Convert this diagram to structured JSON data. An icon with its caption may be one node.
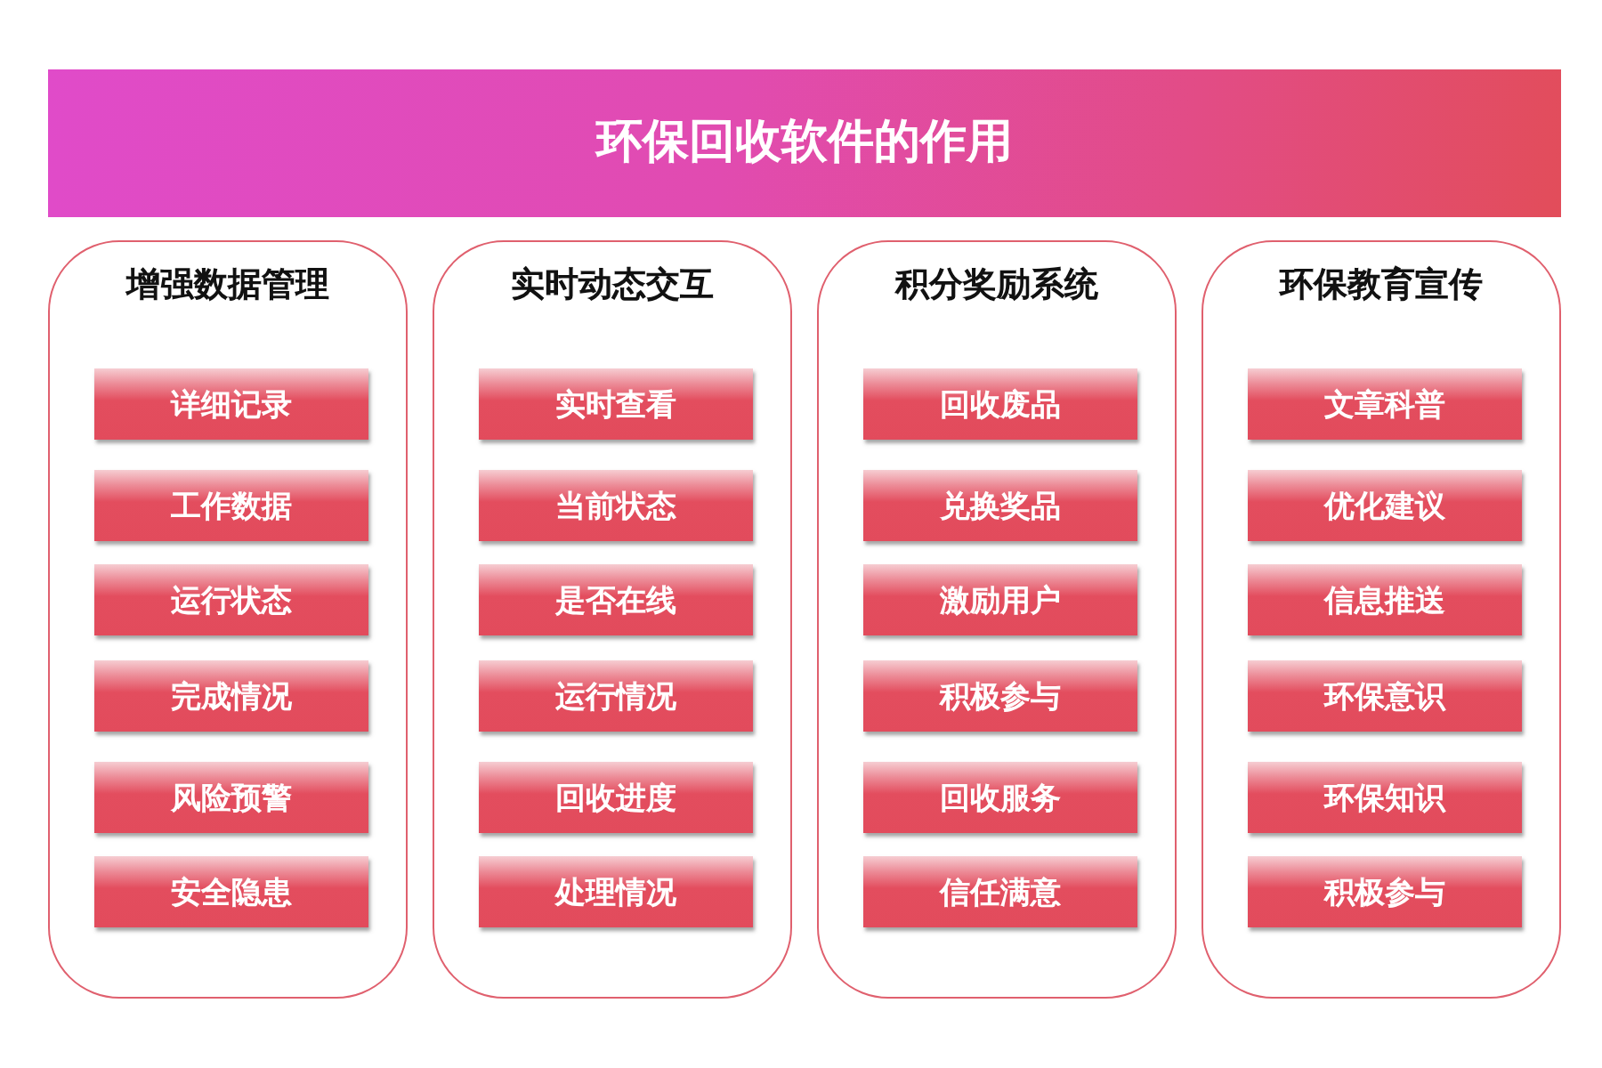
{
  "diagram": {
    "title": "环保回收软件的作用",
    "nodes": [
      {
        "text": [
          "增强数据管理"
        ]
      },
      {
        "text": [
          "详细记录"
        ],
        "in": 0
      },
      {
        "text": [
          "工作数据"
        ],
        "in": 0
      },
      {
        "text": [
          "运行状态"
        ],
        "in": 0
      },
      {
        "text": [
          "完成情况"
        ],
        "in": 0
      },
      {
        "text": [
          "风险预警"
        ],
        "in": 0
      },
      {
        "text": [
          "安全隐患"
        ],
        "in": 0
      },
      {
        "text": [
          "实时动态交互"
        ]
      },
      {
        "text": [
          "实时查看"
        ],
        "in": 7
      },
      {
        "text": [
          "当前状态"
        ],
        "in": 7
      },
      {
        "text": [
          "是否在线"
        ],
        "in": 7
      },
      {
        "text": [
          "运行情况"
        ],
        "in": 7
      },
      {
        "text": [
          "回收进度"
        ],
        "in": 7
      },
      {
        "text": [
          "处理情况"
        ],
        "in": 7
      },
      {
        "text": [
          "积分奖励系统"
        ]
      },
      {
        "text": [
          "回收废品"
        ],
        "in": 14
      },
      {
        "text": [
          "兑换奖品"
        ],
        "in": 14
      },
      {
        "text": [
          "激励用户"
        ],
        "in": 14
      },
      {
        "text": [
          "积极参与"
        ],
        "in": 14
      },
      {
        "text": [
          "回收服务"
        ],
        "in": 14
      },
      {
        "text": [
          "信任满意"
        ],
        "in": 14
      },
      {
        "text": [
          "环保教育宣传"
        ]
      },
      {
        "text": [
          "文章科普"
        ],
        "in": 21
      },
      {
        "text": [
          "优化建议"
        ],
        "in": 21
      },
      {
        "text": [
          "信息推送"
        ],
        "in": 21
      },
      {
        "text": [
          "环保意识"
        ],
        "in": 21
      },
      {
        "text": [
          "环保知识"
        ],
        "in": 21
      },
      {
        "text": [
          "积极参与"
        ],
        "in": 21
      }
    ]
  }
}
